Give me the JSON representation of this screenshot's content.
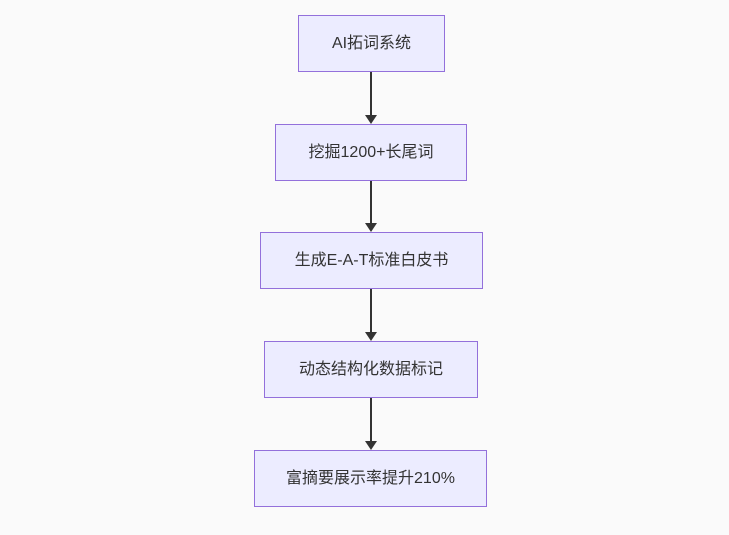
{
  "diagram": {
    "type": "flowchart-top-down",
    "background_color": "#fafafa",
    "node_fill_color": "#ececff",
    "node_border_color": "#9370db",
    "arrow_color": "#333333",
    "text_color": "#333333",
    "nodes": [
      {
        "label": "AI拓词系统"
      },
      {
        "label": "挖掘1200+长尾词"
      },
      {
        "label": "生成E-A-T标准白皮书"
      },
      {
        "label": "动态结构化数据标记"
      },
      {
        "label": "富摘要展示率提升210%"
      }
    ],
    "edges": [
      {
        "from": 0,
        "to": 1
      },
      {
        "from": 1,
        "to": 2
      },
      {
        "from": 2,
        "to": 3
      },
      {
        "from": 3,
        "to": 4
      }
    ]
  }
}
